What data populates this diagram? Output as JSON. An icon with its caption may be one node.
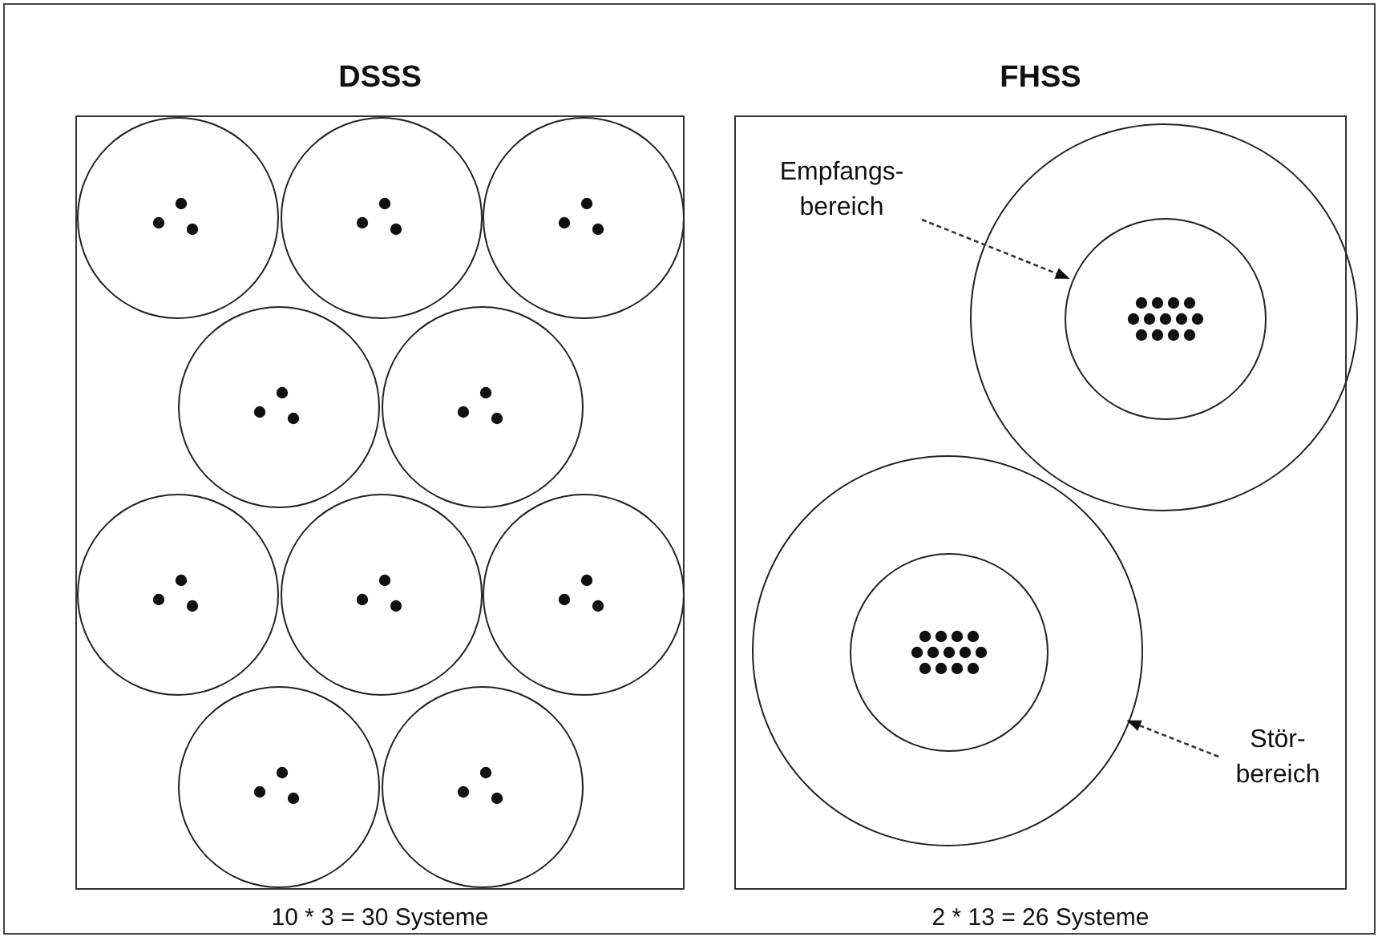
{
  "diagram": {
    "nodes": [
      {
        "text": [
          "DSSS"
        ],
        "beside": [
          "10 * 3 = 30 Systeme"
        ]
      },
      {
        "text": [],
        "shape": "circle",
        "in": 0
      },
      {
        "text": [],
        "shape": "circle",
        "in": 0
      },
      {
        "text": [],
        "shape": "circle",
        "in": 0
      },
      {
        "text": [],
        "shape": "circle",
        "in": 0
      },
      {
        "text": [],
        "shape": "circle",
        "in": 0
      },
      {
        "text": [],
        "shape": "circle",
        "in": 0
      },
      {
        "text": [],
        "shape": "circle",
        "in": 0
      },
      {
        "text": [],
        "shape": "circle",
        "in": 0
      },
      {
        "text": [],
        "shape": "circle",
        "in": 0
      },
      {
        "text": [],
        "shape": "circle",
        "in": 0
      },
      {
        "text": [
          "FHSS"
        ],
        "beside": [
          "2 * 13 = 26 Systeme"
        ]
      },
      {
        "text": [
          "Empfangs- bereich"
        ],
        "in": 11
      },
      {
        "text": [],
        "shape": "circle",
        "in": 11
      },
      {
        "text": [],
        "shape": "circle",
        "in": 13
      },
      {
        "text": [],
        "shape": "circle",
        "in": 11
      },
      {
        "text": [],
        "shape": "circle",
        "in": 15
      },
      {
        "text": [
          "Stör- bereich"
        ],
        "in": 11
      }
    ],
    "edges": [
      {
        "from": 12,
        "to": 14,
        "arrow": "to",
        "style": "dashed"
      },
      {
        "from": 17,
        "to": 15,
        "arrow": "to",
        "style": "dashed"
      }
    ]
  }
}
